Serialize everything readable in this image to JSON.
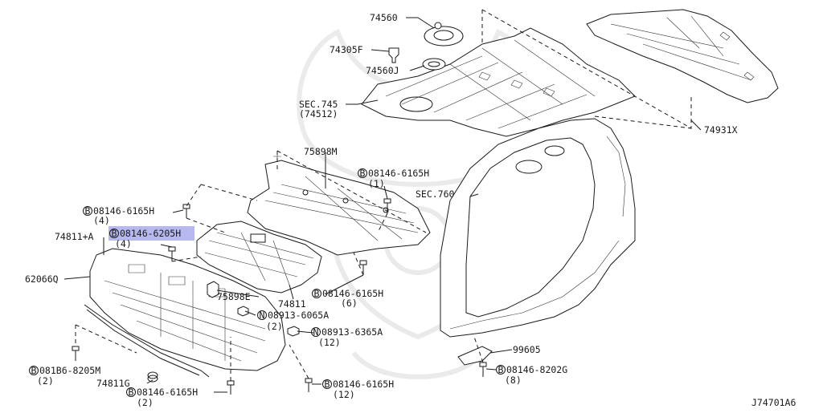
{
  "diagram_id": "J74701A6",
  "highlight_color": "#7a7ee0",
  "callouts": {
    "c74560": "74560",
    "c74305f": "74305F",
    "c74560j": "74560J",
    "sec745": "SEC.745",
    "sec745_sub": "(74512)",
    "c74931x": "74931X",
    "c75898m": "75898M",
    "b6165_top": "08146-6165H",
    "b6165_top_qty": "(1)",
    "sec760": "SEC.760",
    "b6165_left": "08146-6165H",
    "b6165_left_qty": "(4)",
    "c74811a": "74811+A",
    "b6205": "08146-6205H",
    "b6205_qty": "(4)",
    "c62066q": "62066Q",
    "c75898e": "75898E",
    "c74811": "74811",
    "b6165_mid": "08146-6165H",
    "b6165_mid_qty": "(6)",
    "n6065": "08913-6065A",
    "n6065_qty": "(2)",
    "n6365": "08913-6365A",
    "n6365_qty": "(12)",
    "c99605": "99605",
    "b8202": "08146-8202G",
    "b8202_qty": "(8)",
    "b8205": "081B6-8205M",
    "b8205_qty": "(2)",
    "c74811g": "74811G",
    "b6165_bot": "08146-6165H",
    "b6165_bot_qty": "(2)",
    "b6165_br": "08146-6165H",
    "b6165_br_qty": "(12)"
  },
  "prefix": {
    "bolt": "B",
    "nut": "N"
  }
}
